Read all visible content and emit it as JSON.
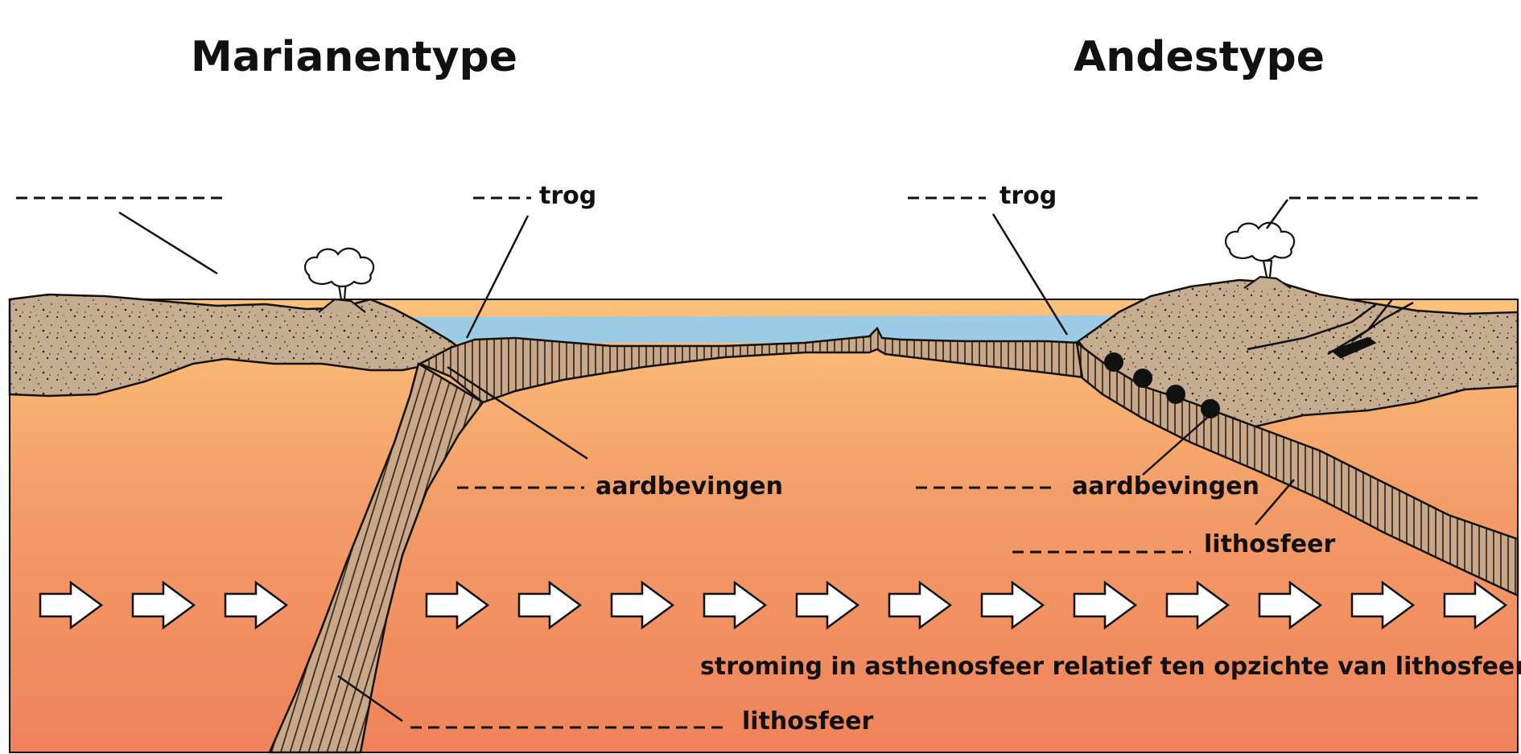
{
  "titles": {
    "left": "Marianentype",
    "right": "Andestype"
  },
  "labels": {
    "trog_left": "trog",
    "trog_right": "trog",
    "aardbevingen_left": "aardbevingen",
    "aardbevingen_right": "aardbevingen",
    "lithosfeer_right": "lithosfeer",
    "lithosfeer_bottom": "lithosfeer",
    "stroming": "stroming in asthenosfeer relatief ten opzichte van lithosfeer"
  },
  "colors": {
    "sea": "#9ccbe6",
    "land": "#c7ad8f",
    "mantle_top": "#fbc27a",
    "mantle_bottom": "#f08a5f",
    "slab": "#c9a789",
    "outline": "#111111"
  },
  "icons": [
    "volcano-icon",
    "ash-cloud-icon",
    "flow-arrow-icon",
    "earthquake-dot-icon"
  ]
}
